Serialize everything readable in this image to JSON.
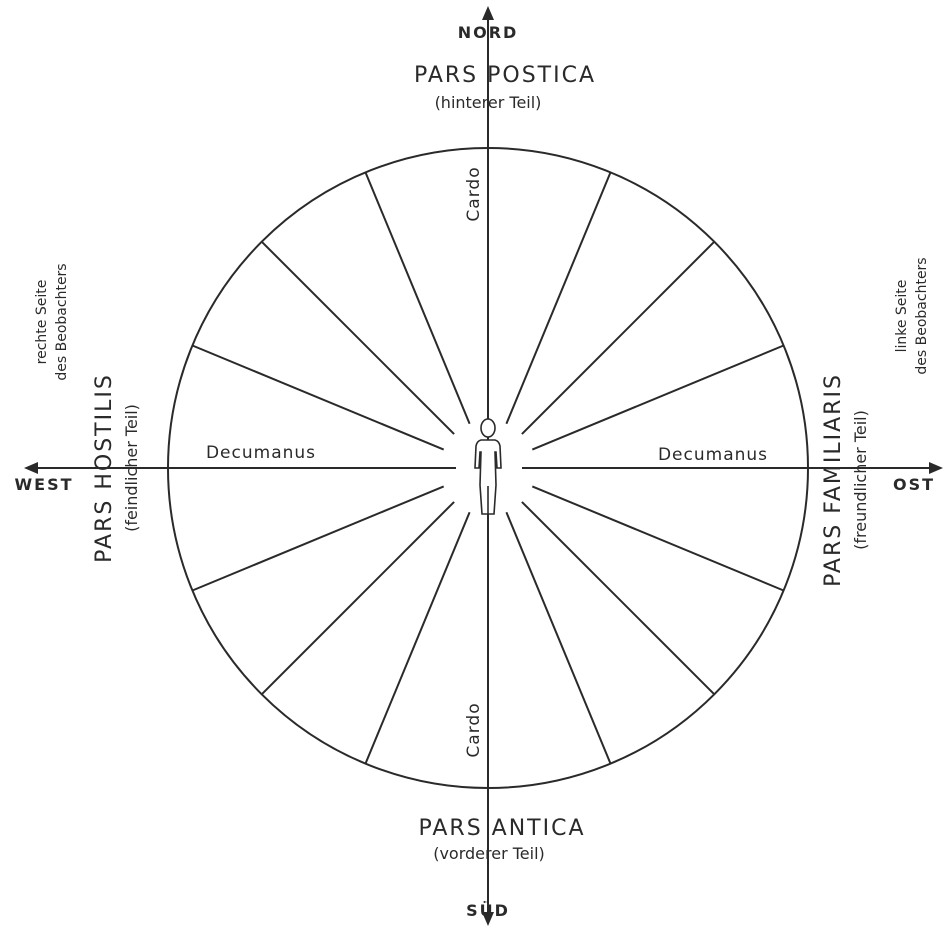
{
  "directions": {
    "north": "NORD",
    "south": "SÜD",
    "west": "WEST",
    "east": "OST"
  },
  "regions": {
    "top": {
      "title": "PARS POSTICA",
      "subtitle": "(hinterer Teil)"
    },
    "bottom": {
      "title": "PARS ANTICA",
      "subtitle": "(vorderer Teil)"
    },
    "left": {
      "title": "PARS HOSTILIS",
      "subtitle": "(feindlicher Teil)"
    },
    "right": {
      "title": "PARS FAMILIARIS",
      "subtitle": "(freundlicher Teil)"
    }
  },
  "observer_sides": {
    "left": {
      "line1": "rechte Seite",
      "line2": "des Beobachters"
    },
    "right": {
      "line1": "linke Seite",
      "line2": "des Beobachters"
    }
  },
  "axes": {
    "cardo": "Cardo",
    "decumanus": "Decumanus"
  },
  "sector_count": 16,
  "colors": {
    "ink": "#2a2a2a",
    "paper": "#ffffff"
  }
}
